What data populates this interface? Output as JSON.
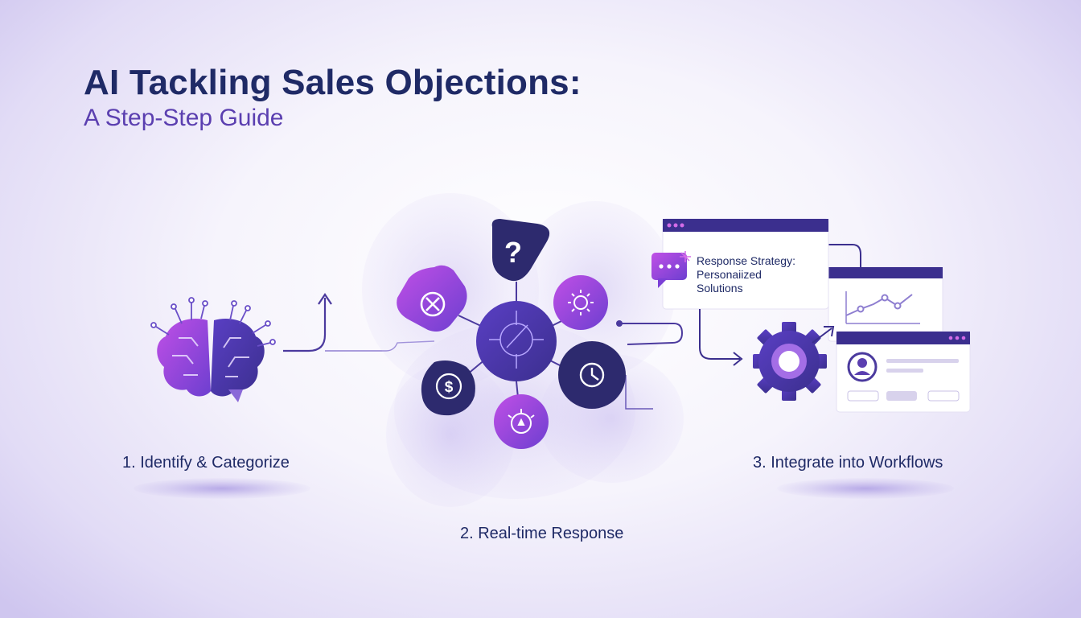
{
  "header": {
    "title": "AI Tackling Sales Objections:",
    "subtitle": "A Step-Step Guide"
  },
  "steps": [
    {
      "label": "1. Identify & Categorize",
      "icon": "brain-circuit-icon"
    },
    {
      "label": "2. Real-time Response",
      "icon": "objection-hub-icon"
    },
    {
      "label": "3. Integrate into Workflows",
      "icon": "workflow-windows-icon"
    }
  ],
  "response_card": {
    "line1": "Response Strategy:",
    "line2": "Personaiized",
    "line3": "Solutions"
  },
  "hub_nodes": [
    "question-icon",
    "cancel-icon",
    "settings-icon",
    "dollar-icon",
    "clock-icon",
    "target-icon"
  ],
  "colors": {
    "navy": "#1f2a66",
    "purple": "#5b3fb0",
    "violet": "#7b3fd6",
    "magenta": "#b44ee0",
    "dark_node": "#2d2a6e"
  }
}
